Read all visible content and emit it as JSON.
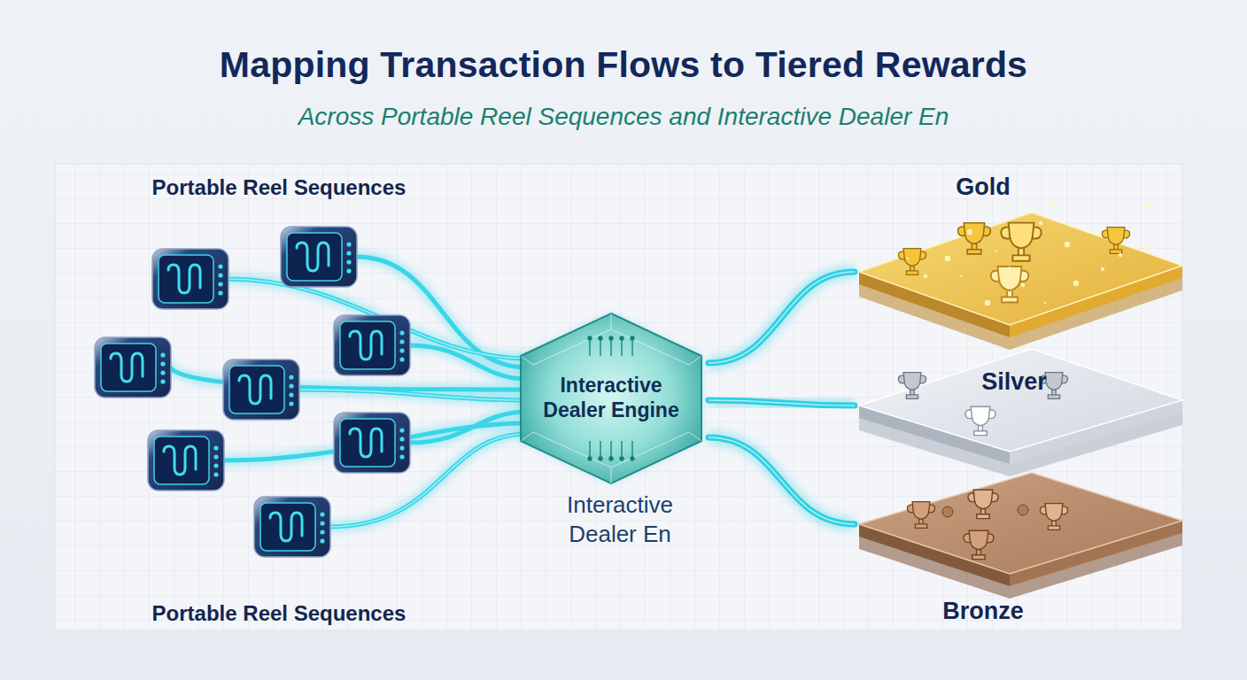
{
  "diagram": {
    "title": "Mapping Transaction Flows to Tiered Rewards",
    "caption": "Across Portable Reel Sequences and Interactive Dealer En",
    "nodes": [
      {
        "text": [
          "Interactive Dealer Engine"
        ]
      },
      {
        "text": [
          "Gold"
        ]
      },
      {
        "text": [
          "Silver"
        ]
      },
      {
        "text": [
          "Bronze"
        ]
      }
    ],
    "edges": [
      {
        "from": 0,
        "to": 1,
        "arrow": "none"
      },
      {
        "from": 0,
        "to": 2,
        "arrow": "none"
      },
      {
        "from": 0,
        "to": 3,
        "arrow": "none"
      }
    ],
    "labels": [
      "Portable Reel Sequences",
      "Interactive Dealer En",
      "Portable Reel Sequences"
    ]
  }
}
